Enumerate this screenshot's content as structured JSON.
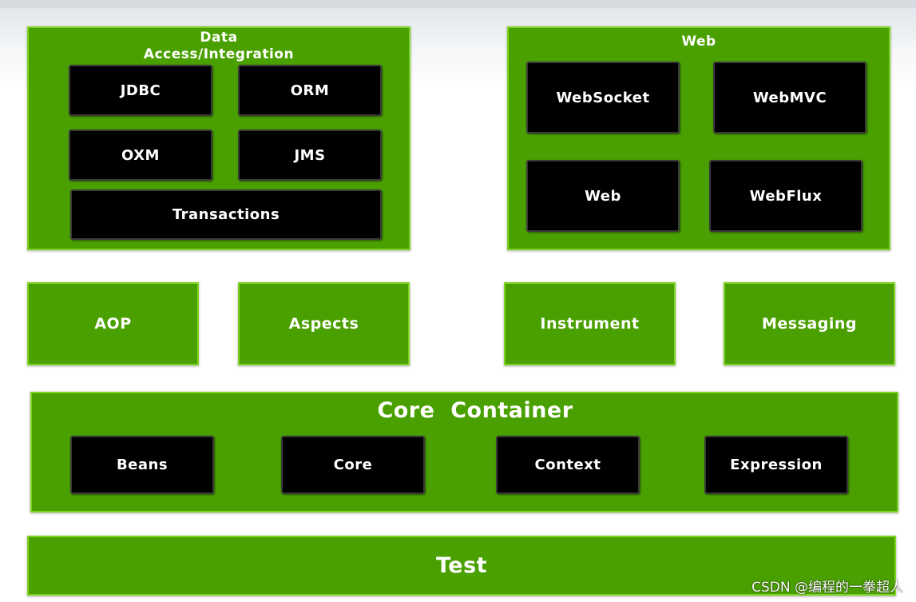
{
  "data_access": {
    "title_line1": "Data",
    "title_line2": "Access/Integration",
    "items": [
      "JDBC",
      "ORM",
      "OXM",
      "JMS",
      "Transactions"
    ]
  },
  "web": {
    "title": "Web",
    "items": [
      "WebSocket",
      "WebMVC",
      "Web",
      "WebFlux"
    ]
  },
  "middle": [
    "AOP",
    "Aspects",
    "Instrument",
    "Messaging"
  ],
  "core_container": {
    "title": "Core  Container",
    "items": [
      "Beans",
      "Core",
      "Context",
      "Expression"
    ]
  },
  "test": {
    "title": "Test"
  },
  "watermark": "CSDN @编程的一拳超人",
  "colors": {
    "module_green": "#4aa000",
    "module_border": "#7ed320",
    "component_black": "#000000"
  }
}
